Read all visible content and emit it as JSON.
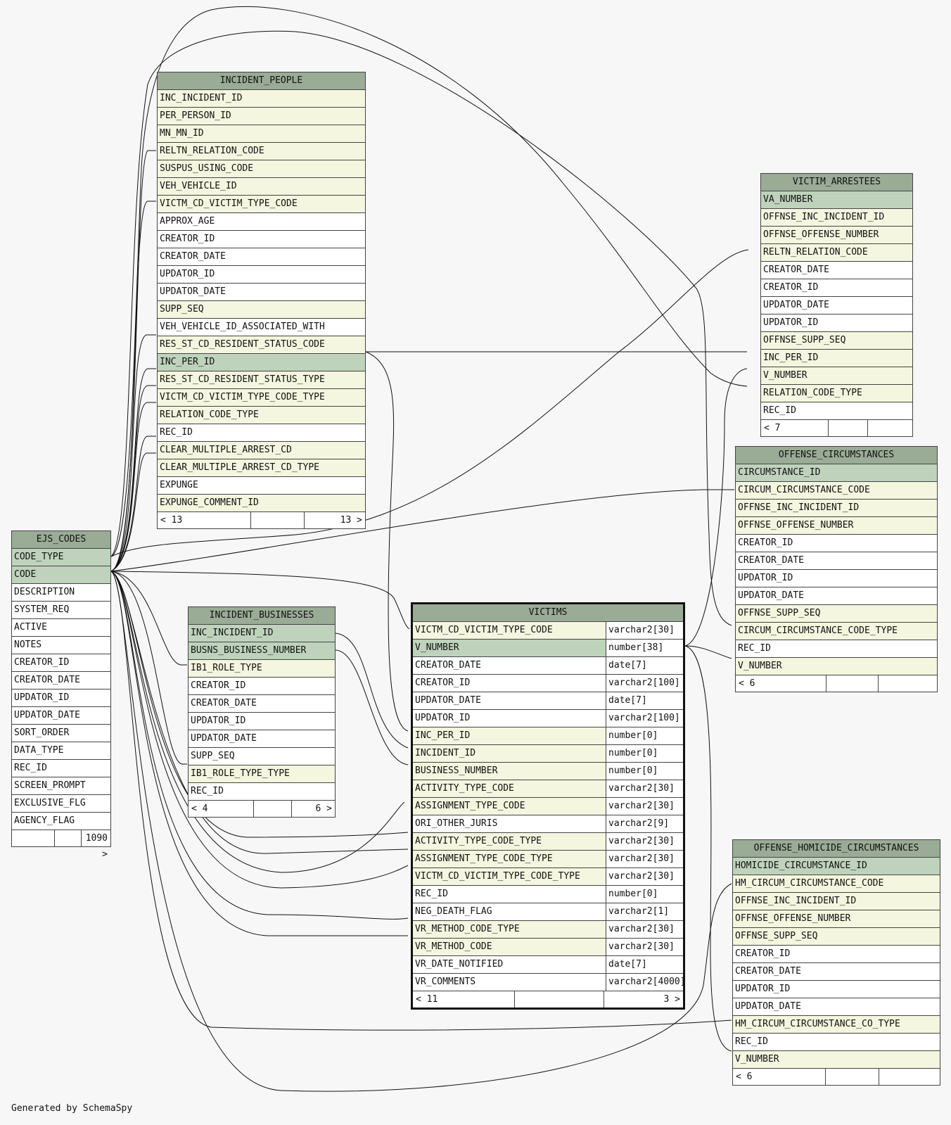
{
  "footer_text": "Generated by SchemaSpy",
  "colors": {
    "header": "#9aab96",
    "primary_key_row": "#bfd3bc",
    "foreign_key_row": "#f4f6df",
    "plain_row": "#ffffff",
    "background": "#f7f7f7"
  },
  "tables": {
    "incident_people": {
      "name": "INCIDENT_PEOPLE",
      "columns": [
        {
          "name": "INC_INCIDENT_ID",
          "kind": "fk"
        },
        {
          "name": "PER_PERSON_ID",
          "kind": "fk"
        },
        {
          "name": "MN_MN_ID",
          "kind": "fk"
        },
        {
          "name": "RELTN_RELATION_CODE",
          "kind": "fk"
        },
        {
          "name": "SUSPUS_USING_CODE",
          "kind": "fk"
        },
        {
          "name": "VEH_VEHICLE_ID",
          "kind": "fk"
        },
        {
          "name": "VICTM_CD_VICTIM_TYPE_CODE",
          "kind": "fk"
        },
        {
          "name": "APPROX_AGE",
          "kind": "plain"
        },
        {
          "name": "CREATOR_ID",
          "kind": "plain"
        },
        {
          "name": "CREATOR_DATE",
          "kind": "plain"
        },
        {
          "name": "UPDATOR_ID",
          "kind": "plain"
        },
        {
          "name": "UPDATOR_DATE",
          "kind": "plain"
        },
        {
          "name": "SUPP_SEQ",
          "kind": "fk"
        },
        {
          "name": "VEH_VEHICLE_ID_ASSOCIATED_WITH",
          "kind": "plain"
        },
        {
          "name": "RES_ST_CD_RESIDENT_STATUS_CODE",
          "kind": "fk"
        },
        {
          "name": "INC_PER_ID",
          "kind": "pk"
        },
        {
          "name": "RES_ST_CD_RESIDENT_STATUS_TYPE",
          "kind": "fk"
        },
        {
          "name": "VICTM_CD_VICTIM_TYPE_CODE_TYPE",
          "kind": "fk"
        },
        {
          "name": "RELATION_CODE_TYPE",
          "kind": "fk"
        },
        {
          "name": "REC_ID",
          "kind": "plain"
        },
        {
          "name": "CLEAR_MULTIPLE_ARREST_CD",
          "kind": "fk"
        },
        {
          "name": "CLEAR_MULTIPLE_ARREST_CD_TYPE",
          "kind": "fk"
        },
        {
          "name": "EXPUNGE",
          "kind": "plain"
        },
        {
          "name": "EXPUNGE_COMMENT_ID",
          "kind": "fk"
        }
      ],
      "footer": [
        "< 13",
        "",
        "13 >"
      ]
    },
    "victim_arrestees": {
      "name": "VICTIM_ARRESTEES",
      "columns": [
        {
          "name": "VA_NUMBER",
          "kind": "pk"
        },
        {
          "name": "OFFNSE_INC_INCIDENT_ID",
          "kind": "fk"
        },
        {
          "name": "OFFNSE_OFFENSE_NUMBER",
          "kind": "fk"
        },
        {
          "name": "RELTN_RELATION_CODE",
          "kind": "fk"
        },
        {
          "name": "CREATOR_DATE",
          "kind": "plain"
        },
        {
          "name": "CREATOR_ID",
          "kind": "plain"
        },
        {
          "name": "UPDATOR_DATE",
          "kind": "plain"
        },
        {
          "name": "UPDATOR_ID",
          "kind": "plain"
        },
        {
          "name": "OFFNSE_SUPP_SEQ",
          "kind": "fk"
        },
        {
          "name": "INC_PER_ID",
          "kind": "fk"
        },
        {
          "name": "V_NUMBER",
          "kind": "fk"
        },
        {
          "name": "RELATION_CODE_TYPE",
          "kind": "fk"
        },
        {
          "name": "REC_ID",
          "kind": "plain"
        }
      ],
      "footer": [
        "< 7",
        "",
        ""
      ]
    },
    "offense_circumstances": {
      "name": "OFFENSE_CIRCUMSTANCES",
      "columns": [
        {
          "name": "CIRCUMSTANCE_ID",
          "kind": "pk"
        },
        {
          "name": "CIRCUM_CIRCUMSTANCE_CODE",
          "kind": "fk"
        },
        {
          "name": "OFFNSE_INC_INCIDENT_ID",
          "kind": "fk"
        },
        {
          "name": "OFFNSE_OFFENSE_NUMBER",
          "kind": "fk"
        },
        {
          "name": "CREATOR_ID",
          "kind": "plain"
        },
        {
          "name": "CREATOR_DATE",
          "kind": "plain"
        },
        {
          "name": "UPDATOR_ID",
          "kind": "plain"
        },
        {
          "name": "UPDATOR_DATE",
          "kind": "plain"
        },
        {
          "name": "OFFNSE_SUPP_SEQ",
          "kind": "fk"
        },
        {
          "name": "CIRCUM_CIRCUMSTANCE_CODE_TYPE",
          "kind": "fk"
        },
        {
          "name": "REC_ID",
          "kind": "plain"
        },
        {
          "name": "V_NUMBER",
          "kind": "fk"
        }
      ],
      "footer": [
        "< 6",
        "",
        ""
      ]
    },
    "ejs_codes": {
      "name": "EJS_CODES",
      "columns": [
        {
          "name": "CODE_TYPE",
          "kind": "pk"
        },
        {
          "name": "CODE",
          "kind": "pk"
        },
        {
          "name": "DESCRIPTION",
          "kind": "plain"
        },
        {
          "name": "SYSTEM_REQ",
          "kind": "plain"
        },
        {
          "name": "ACTIVE",
          "kind": "plain"
        },
        {
          "name": "NOTES",
          "kind": "plain"
        },
        {
          "name": "CREATOR_ID",
          "kind": "plain"
        },
        {
          "name": "CREATOR_DATE",
          "kind": "plain"
        },
        {
          "name": "UPDATOR_ID",
          "kind": "plain"
        },
        {
          "name": "UPDATOR_DATE",
          "kind": "plain"
        },
        {
          "name": "SORT_ORDER",
          "kind": "plain"
        },
        {
          "name": "DATA_TYPE",
          "kind": "plain"
        },
        {
          "name": "REC_ID",
          "kind": "plain"
        },
        {
          "name": "SCREEN_PROMPT",
          "kind": "plain"
        },
        {
          "name": "EXCLUSIVE_FLG",
          "kind": "plain"
        },
        {
          "name": "AGENCY_FLAG",
          "kind": "plain"
        }
      ],
      "footer": [
        "",
        "",
        "1090 >"
      ]
    },
    "incident_businesses": {
      "name": "INCIDENT_BUSINESSES",
      "columns": [
        {
          "name": "INC_INCIDENT_ID",
          "kind": "pk"
        },
        {
          "name": "BUSNS_BUSINESS_NUMBER",
          "kind": "pk"
        },
        {
          "name": "IB1_ROLE_TYPE",
          "kind": "fk"
        },
        {
          "name": "CREATOR_ID",
          "kind": "plain"
        },
        {
          "name": "CREATOR_DATE",
          "kind": "plain"
        },
        {
          "name": "UPDATOR_ID",
          "kind": "plain"
        },
        {
          "name": "UPDATOR_DATE",
          "kind": "plain"
        },
        {
          "name": "SUPP_SEQ",
          "kind": "plain"
        },
        {
          "name": "IB1_ROLE_TYPE_TYPE",
          "kind": "fk"
        },
        {
          "name": "REC_ID",
          "kind": "plain"
        }
      ],
      "footer": [
        "< 4",
        "",
        "6 >"
      ]
    },
    "victims": {
      "name": "VICTIMS",
      "columns": [
        {
          "name": "VICTM_CD_VICTIM_TYPE_CODE",
          "type": "varchar2[30]",
          "kind": "fk"
        },
        {
          "name": "V_NUMBER",
          "type": "number[38]",
          "kind": "pk"
        },
        {
          "name": "CREATOR_DATE",
          "type": "date[7]",
          "kind": "plain"
        },
        {
          "name": "CREATOR_ID",
          "type": "varchar2[100]",
          "kind": "plain"
        },
        {
          "name": "UPDATOR_DATE",
          "type": "date[7]",
          "kind": "plain"
        },
        {
          "name": "UPDATOR_ID",
          "type": "varchar2[100]",
          "kind": "plain"
        },
        {
          "name": "INC_PER_ID",
          "type": "number[0]",
          "kind": "fk"
        },
        {
          "name": "INCIDENT_ID",
          "type": "number[0]",
          "kind": "fk"
        },
        {
          "name": "BUSINESS_NUMBER",
          "type": "number[0]",
          "kind": "fk"
        },
        {
          "name": "ACTIVITY_TYPE_CODE",
          "type": "varchar2[30]",
          "kind": "fk"
        },
        {
          "name": "ASSIGNMENT_TYPE_CODE",
          "type": "varchar2[30]",
          "kind": "fk"
        },
        {
          "name": "ORI_OTHER_JURIS",
          "type": "varchar2[9]",
          "kind": "plain"
        },
        {
          "name": "ACTIVITY_TYPE_CODE_TYPE",
          "type": "varchar2[30]",
          "kind": "fk"
        },
        {
          "name": "ASSIGNMENT_TYPE_CODE_TYPE",
          "type": "varchar2[30]",
          "kind": "fk"
        },
        {
          "name": "VICTM_CD_VICTIM_TYPE_CODE_TYPE",
          "type": "varchar2[30]",
          "kind": "fk"
        },
        {
          "name": "REC_ID",
          "type": "number[0]",
          "kind": "plain"
        },
        {
          "name": "NEG_DEATH_FLAG",
          "type": "varchar2[1]",
          "kind": "plain"
        },
        {
          "name": "VR_METHOD_CODE_TYPE",
          "type": "varchar2[30]",
          "kind": "fk"
        },
        {
          "name": "VR_METHOD_CODE",
          "type": "varchar2[30]",
          "kind": "fk"
        },
        {
          "name": "VR_DATE_NOTIFIED",
          "type": "date[7]",
          "kind": "plain"
        },
        {
          "name": "VR_COMMENTS",
          "type": "varchar2[4000]",
          "kind": "plain"
        }
      ],
      "footer": [
        "< 11",
        "",
        "3 >"
      ]
    },
    "offense_homicide_circumstances": {
      "name": "OFFENSE_HOMICIDE_CIRCUMSTANCES",
      "columns": [
        {
          "name": "HOMICIDE_CIRCUMSTANCE_ID",
          "kind": "pk"
        },
        {
          "name": "HM_CIRCUM_CIRCUMSTANCE_CODE",
          "kind": "fk"
        },
        {
          "name": "OFFNSE_INC_INCIDENT_ID",
          "kind": "fk"
        },
        {
          "name": "OFFNSE_OFFENSE_NUMBER",
          "kind": "fk"
        },
        {
          "name": "OFFNSE_SUPP_SEQ",
          "kind": "fk"
        },
        {
          "name": "CREATOR_ID",
          "kind": "plain"
        },
        {
          "name": "CREATOR_DATE",
          "kind": "plain"
        },
        {
          "name": "UPDATOR_ID",
          "kind": "plain"
        },
        {
          "name": "UPDATOR_DATE",
          "kind": "plain"
        },
        {
          "name": "HM_CIRCUM_CIRCUMSTANCE_CO_TYPE",
          "kind": "fk"
        },
        {
          "name": "REC_ID",
          "kind": "plain"
        },
        {
          "name": "V_NUMBER",
          "kind": "fk"
        }
      ],
      "footer": [
        "< 6",
        "",
        ""
      ]
    }
  }
}
